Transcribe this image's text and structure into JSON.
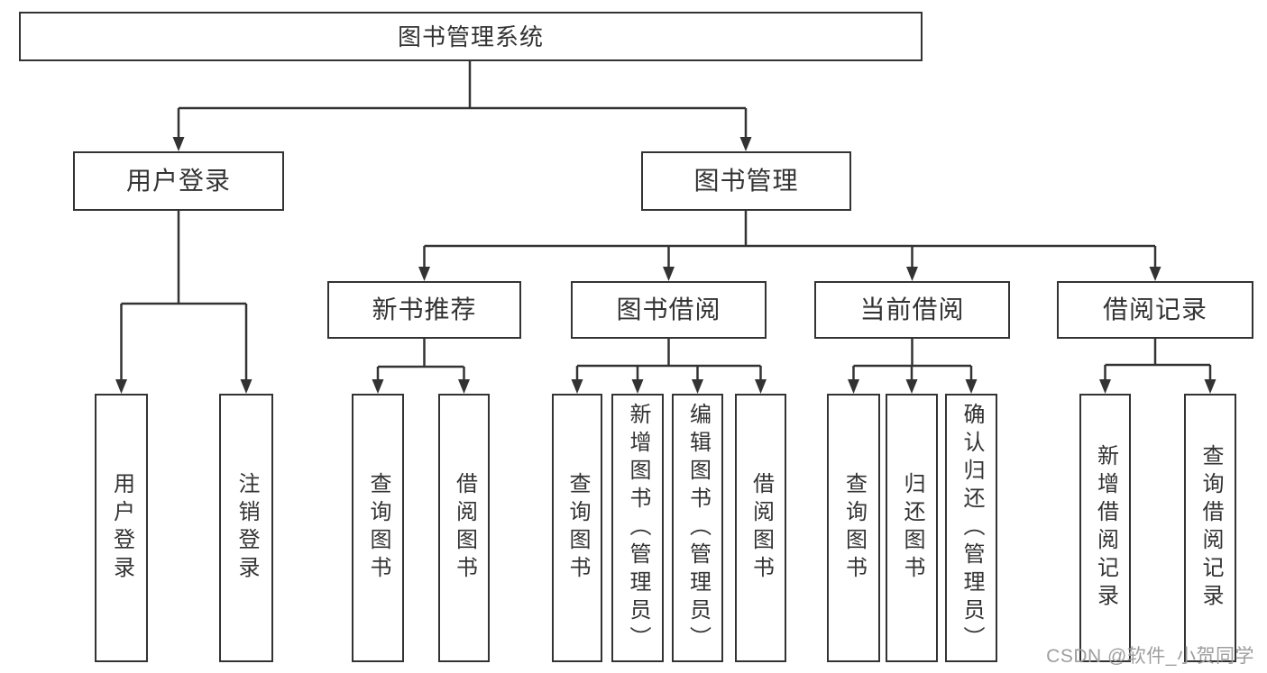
{
  "tree": {
    "root": "图书管理系统",
    "level2": [
      "用户登录",
      "图书管理"
    ],
    "groups": [
      {
        "parent": "用户登录",
        "leaves": [
          "用户登录",
          "注销登录"
        ]
      },
      {
        "parent": "新书推荐",
        "leaves": [
          "查询图书",
          "借阅图书"
        ]
      },
      {
        "parent": "图书借阅",
        "leaves": [
          "查询图书",
          "新增图书（管理员）",
          "编辑图书（管理员）",
          "借阅图书"
        ]
      },
      {
        "parent": "当前借阅",
        "leaves": [
          "查询图书",
          "归还图书",
          "确认归还（管理员）"
        ]
      },
      {
        "parent": "借阅记录",
        "leaves": [
          "新增借阅记录",
          "查询借阅记录"
        ]
      }
    ]
  },
  "watermark": "CSDN @软件_小贺同学",
  "colors": {
    "line": "#333333",
    "text": "#333333",
    "watermark": "#9e9e9e",
    "background": "#ffffff"
  }
}
